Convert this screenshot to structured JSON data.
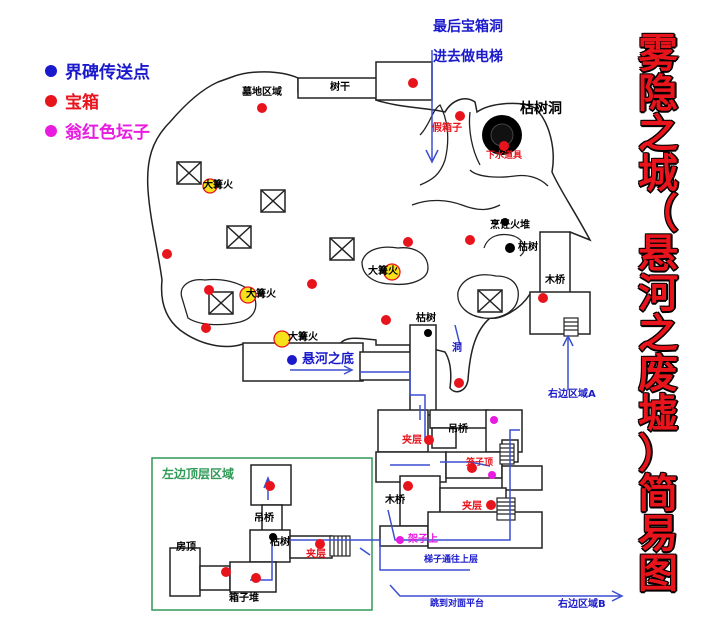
{
  "title": [
    "雾",
    "隐",
    "之",
    "城",
    "（",
    "悬",
    "河",
    "之",
    "废",
    "墟",
    "）",
    "简",
    "易",
    "图"
  ],
  "legend": [
    {
      "label": "界碑传送点",
      "color": "#1a1acc"
    },
    {
      "label": "宝箱",
      "color": "#e8141c"
    },
    {
      "label": "翁红色坛子",
      "color": "#e81ce0"
    }
  ],
  "colors": {
    "blue": "#1a1acc",
    "red": "#e8141c",
    "magenta": "#e81ce0",
    "green": "#2e9a55",
    "yellow": "#f6e11a"
  },
  "labels": {
    "final_chest_cave": "最后宝箱洞",
    "enter_elevator": "进去做电梯",
    "withered_tree_cave": "枯树洞",
    "fake_chest": "假箱子",
    "down_water_prop": "下水道具",
    "cemetery_area": "墓地区域",
    "tree_trunk": "树干",
    "cooking_fire": "烹饪火堆",
    "dead_tree_1": "枯树",
    "wood_bridge_right": "木桥",
    "bonfire_1": "大篝火",
    "bonfire_2": "大篝火",
    "bonfire_3": "大篝火",
    "bonfire_4": "大篝火",
    "dead_tree_2": "枯树",
    "cave": "洞",
    "river_bottom": "悬河之底",
    "right_area_a": "右边区域A",
    "suspension_bridge_right": "吊桥",
    "mezzanine_1": "夹层",
    "on_cage": "笼子顶",
    "wood_bridge_mid": "木桥",
    "mezzanine_2": "夹层",
    "on_shelf": "架子上",
    "ladder_upper": "梯子通往上层",
    "jump_to_platform": "跳到对面平台",
    "right_area_b": "右边区域B",
    "left_top_area": "左边顶层区域",
    "suspension_bridge_left": "吊桥",
    "dead_tree_3": "枯树",
    "mezzanine_3": "夹层",
    "roof": "房顶",
    "box_pile": "箱子堆"
  }
}
